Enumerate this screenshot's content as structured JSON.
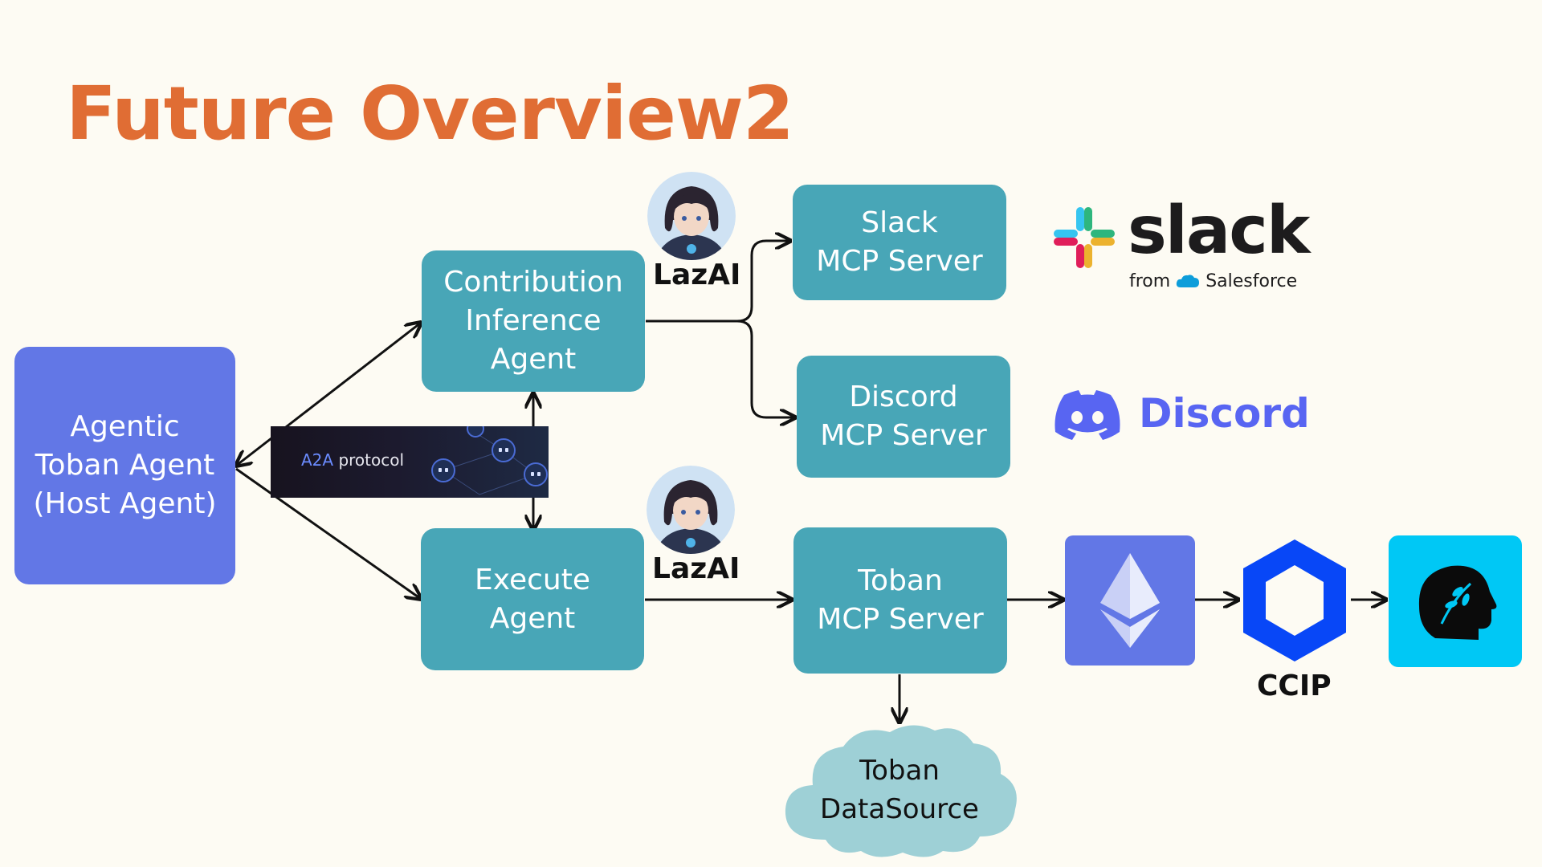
{
  "title": "Future Overview2",
  "nodes": {
    "host_agent": "Agentic\nToban Agent\n(Host Agent)",
    "contribution_agent": "Contribution\nInference\nAgent",
    "execute_agent": "Execute\nAgent",
    "slack_mcp": "Slack\nMCP Server",
    "discord_mcp": "Discord\nMCP Server",
    "toban_mcp": "Toban\nMCP Server",
    "toban_datasource": "Toban\nDataSource"
  },
  "lazai_labels": [
    "LazAI",
    "LazAI"
  ],
  "a2a": {
    "strong": "A2A",
    "rest": " protocol"
  },
  "slack": {
    "word": "slack",
    "from": "from",
    "salesforce": "Salesforce"
  },
  "discord": {
    "word": "Discord"
  },
  "ccip": "CCIP",
  "colors": {
    "title": "#e06d34",
    "teal_box": "#48a6b7",
    "host_box": "#6277e6",
    "ethereum_tile": "#6277e6",
    "ccip_hex": "#0847f7",
    "last_tile": "#00c8f5",
    "discord": "#5865f2",
    "cloud": "#9ed0d6"
  },
  "icons": [
    "avatar-icon",
    "slack-logo-icon",
    "salesforce-cloud-icon",
    "discord-logo-icon",
    "ethereum-icon",
    "chainlink-icon",
    "head-leaf-icon",
    "robot-icon"
  ]
}
